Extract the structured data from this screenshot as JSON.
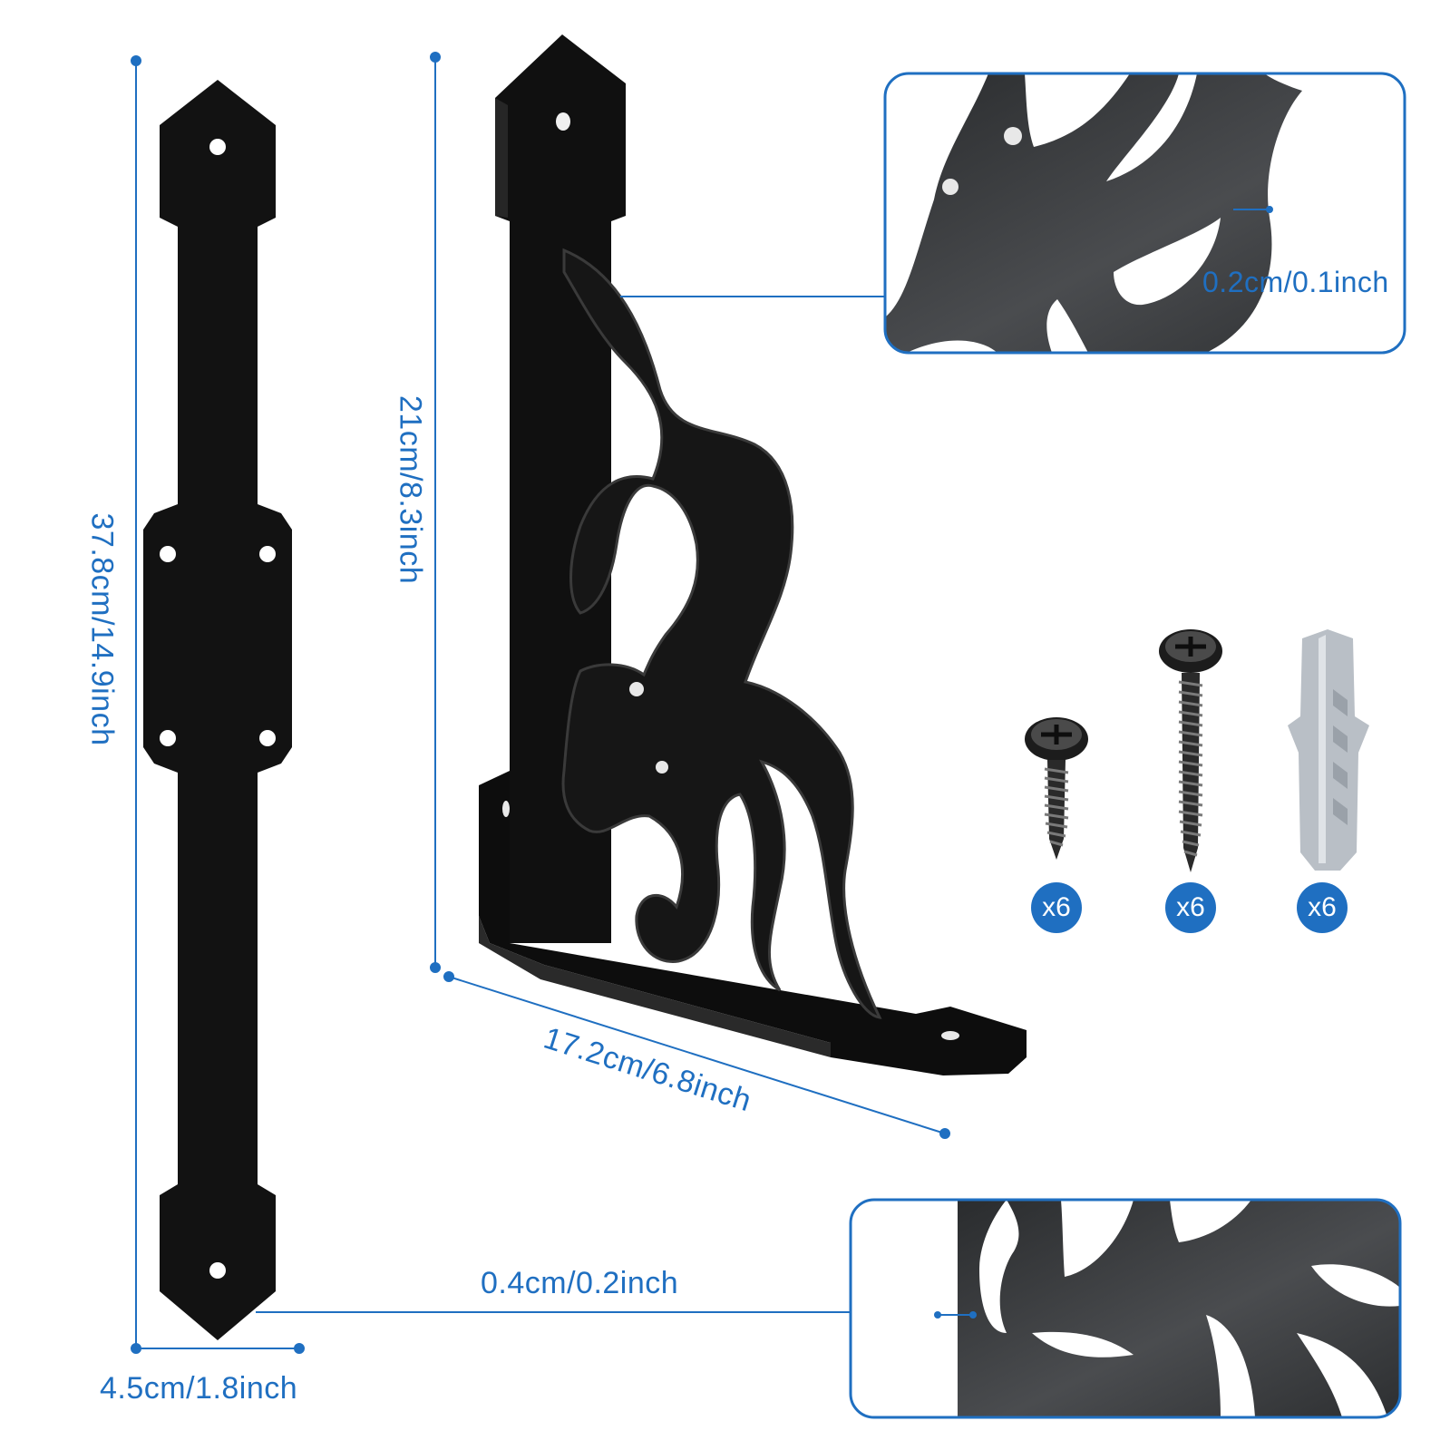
{
  "dimensions": {
    "strap_length": "37.8cm/14.9inch",
    "strap_width": "4.5cm/1.8inch",
    "strap_thickness": "0.4cm/0.2inch",
    "bracket_height": "21cm/8.3inch",
    "bracket_depth": "17.2cm/6.8inch",
    "cutout_thickness": "0.2cm/0.1inch"
  },
  "accessories": [
    {
      "name": "short-screw",
      "quantity": "x6"
    },
    {
      "name": "long-screw",
      "quantity": "x6"
    },
    {
      "name": "wall-anchor",
      "quantity": "x6"
    }
  ],
  "colors": {
    "accent": "#1f6fc1",
    "metal": "#141414",
    "zoom_bg": "#3a3c3f"
  }
}
